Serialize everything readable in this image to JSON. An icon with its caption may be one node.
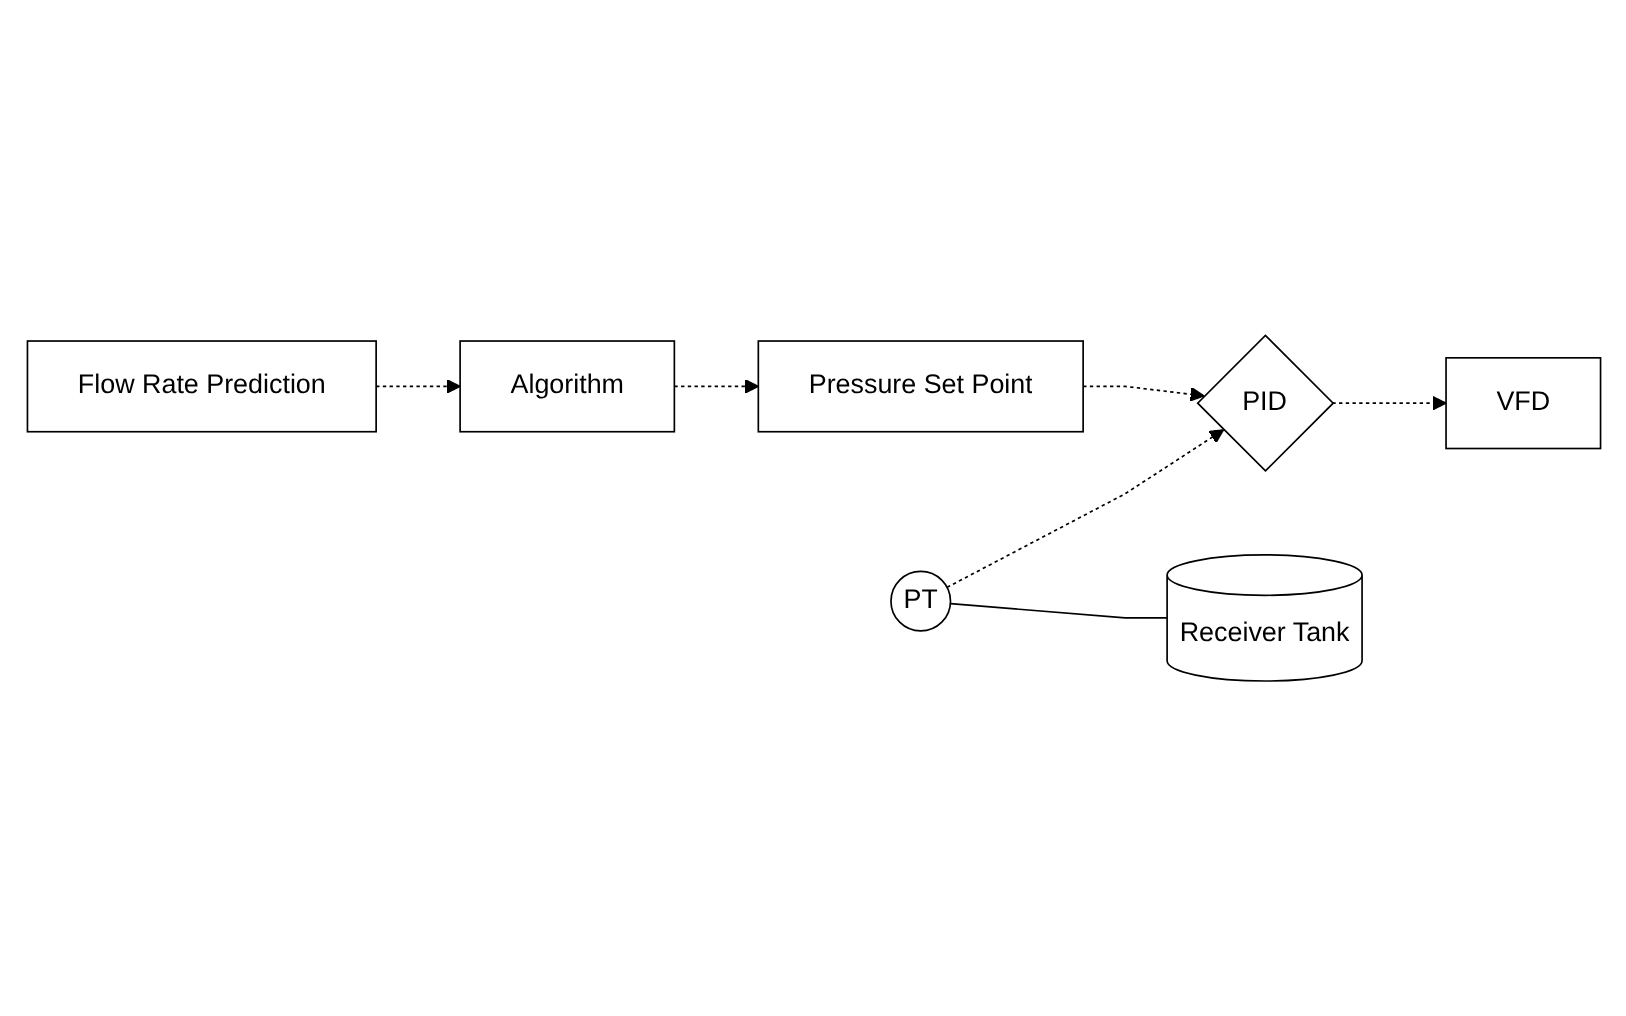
{
  "diagram": {
    "nodes": [
      {
        "text": [
          "Flow Rate Prediction"
        ]
      },
      {
        "text": [
          "Algorithm"
        ]
      },
      {
        "text": [
          "Pressure Set Point"
        ]
      },
      {
        "text": [
          "PID"
        ]
      },
      {
        "text": [
          "PT"
        ]
      },
      {
        "text": [
          "VFD"
        ]
      },
      {
        "text": [
          "Receiver Tank"
        ]
      }
    ],
    "edges": [
      {
        "from": 0,
        "to": 1,
        "arrow": "to",
        "style": "dashed"
      },
      {
        "from": 1,
        "to": 2,
        "arrow": "to",
        "style": "dashed"
      },
      {
        "from": 2,
        "to": 3,
        "arrow": "to",
        "style": "dashed"
      },
      {
        "from": 3,
        "to": 5,
        "arrow": "to",
        "style": "dashed"
      },
      {
        "from": 4,
        "to": 3,
        "arrow": "to",
        "style": "dashed"
      },
      {
        "from": 4,
        "to": 6,
        "arrow": "none"
      }
    ]
  }
}
